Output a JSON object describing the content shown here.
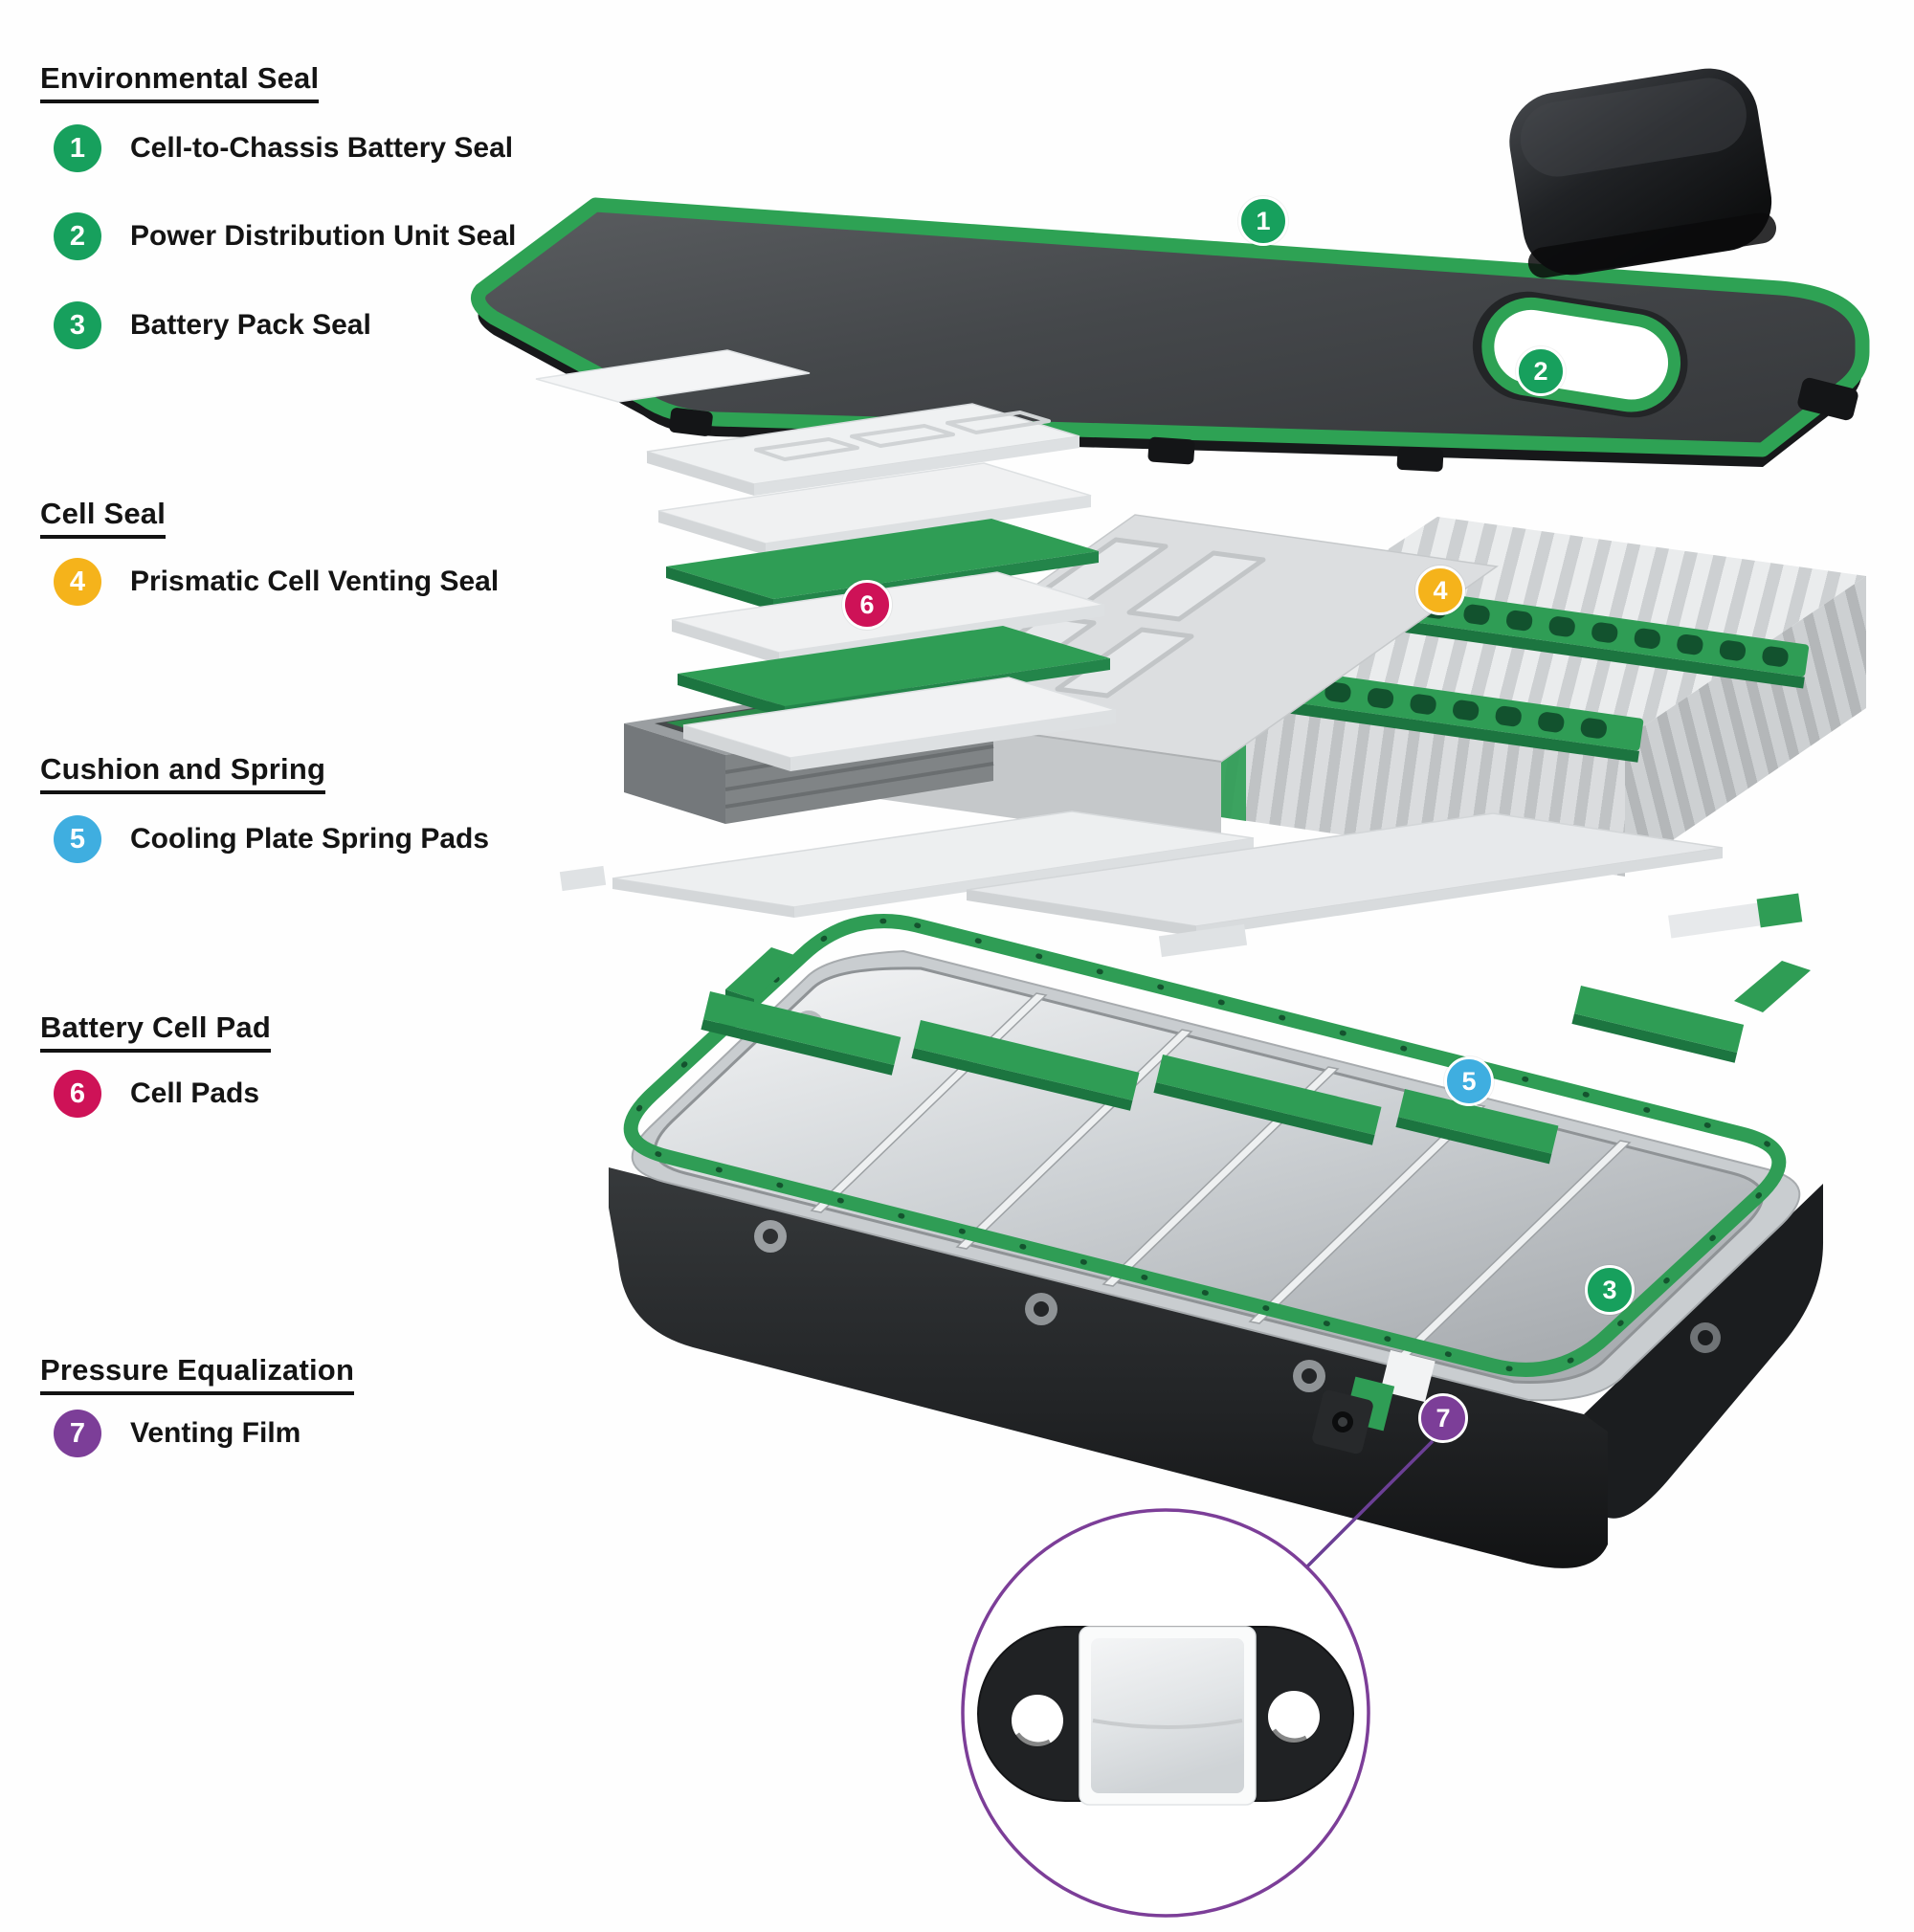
{
  "palette": {
    "marker_green": "#17a05d",
    "marker_yellow": "#f5b31b",
    "marker_blue": "#3faee0",
    "marker_crimson": "#ce1257",
    "marker_purple": "#7c3e98",
    "seal_green": "#2f9d55",
    "text": "#141414"
  },
  "legend": {
    "sections": [
      {
        "title": "Environmental Seal",
        "items": [
          {
            "number": "1",
            "color": "green",
            "label": "Cell-to-Chassis Battery Seal"
          },
          {
            "number": "2",
            "color": "green",
            "label": "Power Distribution Unit Seal"
          },
          {
            "number": "3",
            "color": "green",
            "label": "Battery Pack Seal"
          }
        ]
      },
      {
        "title": "Cell Seal",
        "items": [
          {
            "number": "4",
            "color": "yellow",
            "label": "Prismatic Cell Venting Seal"
          }
        ]
      },
      {
        "title": "Cushion and Spring",
        "items": [
          {
            "number": "5",
            "color": "blue",
            "label": "Cooling Plate Spring Pads"
          }
        ]
      },
      {
        "title": "Battery Cell Pad",
        "items": [
          {
            "number": "6",
            "color": "crimson",
            "label": "Cell Pads"
          }
        ]
      },
      {
        "title": "Pressure Equalization",
        "items": [
          {
            "number": "7",
            "color": "purple",
            "label": "Venting Film"
          }
        ]
      }
    ]
  },
  "markers": [
    {
      "number": "1",
      "color": "green"
    },
    {
      "number": "2",
      "color": "green"
    },
    {
      "number": "3",
      "color": "green"
    },
    {
      "number": "4",
      "color": "yellow"
    },
    {
      "number": "5",
      "color": "blue"
    },
    {
      "number": "6",
      "color": "crimson"
    },
    {
      "number": "7",
      "color": "purple"
    }
  ]
}
